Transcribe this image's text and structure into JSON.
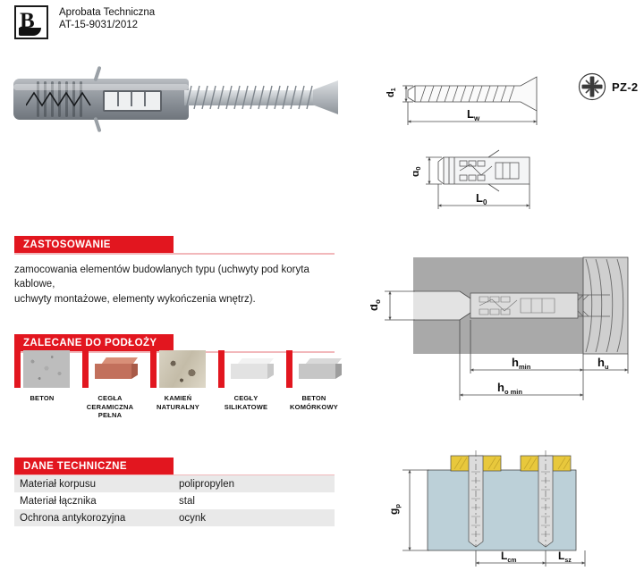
{
  "header": {
    "logo_name": "b-certification-logo",
    "line1": "Aprobata Techniczna",
    "line2": "AT-15-9031/2012"
  },
  "product": {
    "photo_alt": "wall-plug-with-countersunk-screw"
  },
  "sections": {
    "application": {
      "title": "ZASTOSOWANIE",
      "body_line1": "zamocowania elementów budowlanych typu (uchwyty pod koryta kablowe,",
      "body_line2": "uchwyty montażowe, elementy wykończenia wnętrz)."
    },
    "substrates": {
      "title": "ZALECANE DO PODŁOŻY",
      "items": [
        {
          "name": "beton",
          "label": "BETON"
        },
        {
          "name": "cegla-ceramiczna-pelna",
          "label": "CEGŁA\nCERAMICZNA\nPEŁNA"
        },
        {
          "name": "kamien-naturalny",
          "label": "KAMIEŃ\nNATURALNY"
        },
        {
          "name": "cegly-silikatowe",
          "label": "CEGŁY\nSILIKATOWE"
        },
        {
          "name": "beton-komorkowy",
          "label": "BETON\nKOMÓRKOWY"
        }
      ]
    },
    "technical_data": {
      "title": "DANE TECHNICZNE",
      "rows": [
        {
          "key": "Materiał korpusu",
          "value": "polipropylen"
        },
        {
          "key": "Materiał łącznika",
          "value": "stal"
        },
        {
          "key": "Ochrona antykorozyjna",
          "value": "ocynk"
        }
      ]
    }
  },
  "drawings": {
    "screw": {
      "name": "screw-dimension-drawing",
      "diameter_label": "d",
      "diameter_sub": "1",
      "length_label": "L",
      "length_sub": "w"
    },
    "drive": {
      "icon_name": "pozidriv-drive-icon",
      "label": "PZ-2"
    },
    "plug": {
      "name": "plug-dimension-drawing",
      "diameter_label": "d",
      "diameter_sub": "0",
      "length_label": "L",
      "length_sub": "0"
    },
    "installation": {
      "name": "installation-cross-section",
      "hole_diameter_label": "d",
      "hole_diameter_sub": "o",
      "anchor_depth_label": "h",
      "anchor_depth_sub": "min",
      "fixture_label": "h",
      "fixture_sub": "u",
      "hole_depth_label": "h",
      "hole_depth_sub": "o min"
    },
    "spacing": {
      "name": "anchor-spacing-diagram",
      "thickness_label": "g",
      "thickness_sub": "p",
      "spacing_label": "L",
      "spacing_sub": "cm",
      "edge_label": "L",
      "edge_sub": "sz"
    }
  },
  "colors": {
    "accent_red": "#e2161f",
    "rule_pink": "#f2b8bb",
    "table_row_grey": "#e9e9e9",
    "drawing_line": "#4a4a4a",
    "wall_grey": "#a9a9a9",
    "wall_blue": "#bcd0d8",
    "screw_yellow": "#e8c83c"
  }
}
